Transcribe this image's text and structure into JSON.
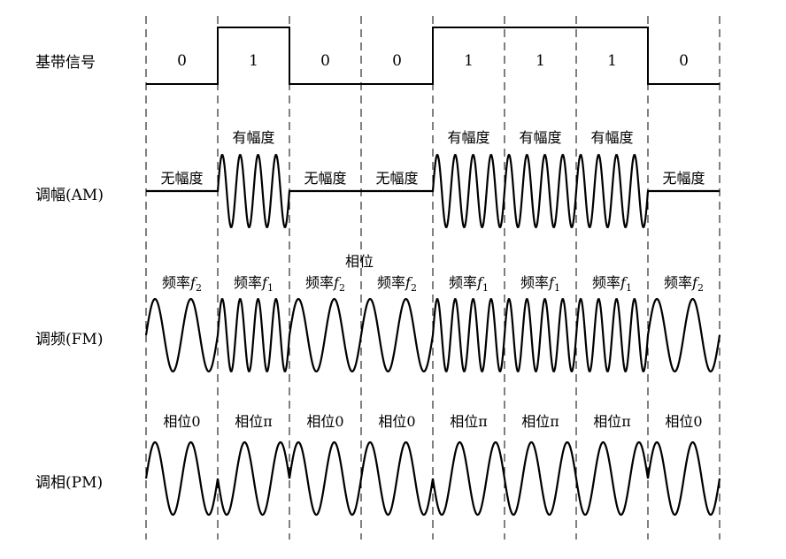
{
  "rows": {
    "baseband": "基带信号",
    "am": "调幅(AM)",
    "fm": "调频(FM)",
    "pm": "调相(PM)"
  },
  "bits": [
    "0",
    "1",
    "0",
    "0",
    "1",
    "1",
    "1",
    "0"
  ],
  "am_labels": {
    "none": "无幅度",
    "has": "有幅度"
  },
  "fm_labels": {
    "prefix": "频率",
    "f_symbol": "f",
    "sub_low": "2",
    "sub_high": "1",
    "extra": "相位"
  },
  "pm_labels": {
    "prefix": "相位",
    "zero": "0",
    "pi": "π"
  },
  "colors": {
    "line": "#000000",
    "background": "#ffffff"
  }
}
